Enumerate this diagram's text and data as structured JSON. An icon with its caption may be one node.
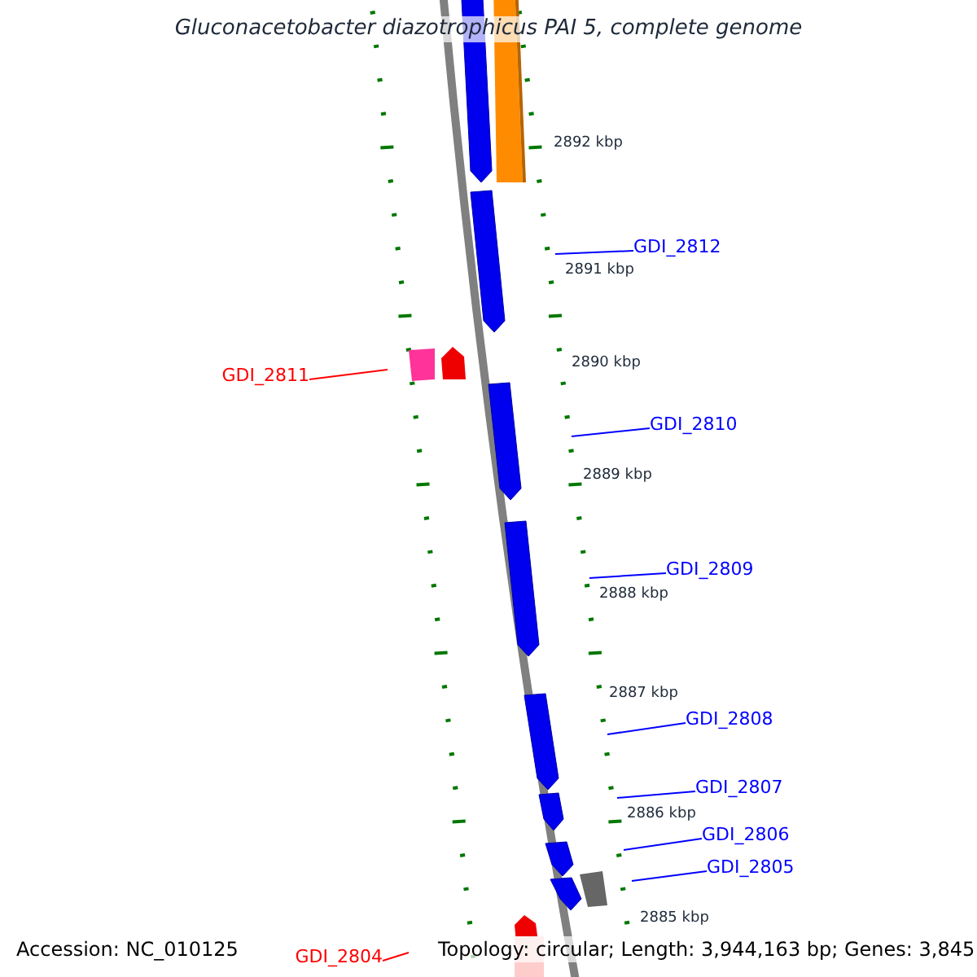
{
  "diagram": {
    "title": "Gluconacetobacter diazotrophicus PAI 5, complete genome",
    "nodes": [
      {
        "text": [
          "GDI_2812"
        ]
      },
      {
        "text": [
          "GDI_2811"
        ]
      },
      {
        "text": [
          "GDI_2810"
        ]
      },
      {
        "text": [
          "GDI_2809"
        ]
      },
      {
        "text": [
          "GDI_2808"
        ]
      },
      {
        "text": [
          "GDI_2807"
        ]
      },
      {
        "text": [
          "GDI_2806"
        ]
      },
      {
        "text": [
          "GDI_2805"
        ]
      },
      {
        "text": [
          "GDI_2804"
        ]
      }
    ],
    "edges": [
      {
        "from": 0,
        "to": null,
        "arrow": "none"
      },
      {
        "from": 1,
        "to": null,
        "arrow": "none",
        "color": "#ff0000"
      },
      {
        "from": 2,
        "to": null,
        "arrow": "none"
      },
      {
        "from": 3,
        "to": null,
        "arrow": "none"
      },
      {
        "from": 4,
        "to": null,
        "arrow": "none"
      },
      {
        "from": 5,
        "to": null,
        "arrow": "none"
      },
      {
        "from": 6,
        "to": null,
        "arrow": "none"
      },
      {
        "from": 7,
        "to": null,
        "arrow": "none"
      },
      {
        "from": 8,
        "to": null,
        "arrow": "none",
        "color": "#ff0000"
      }
    ],
    "labels": [
      "2892 kbp",
      "2891 kbp",
      "2890 kbp",
      "2889 kbp",
      "2888 kbp",
      "2887 kbp",
      "2886 kbp",
      "2885 kbp",
      "Accession: NC_010125",
      "Topology: circular; Length: 3,944,163 bp; Genes: 3,845"
    ]
  }
}
